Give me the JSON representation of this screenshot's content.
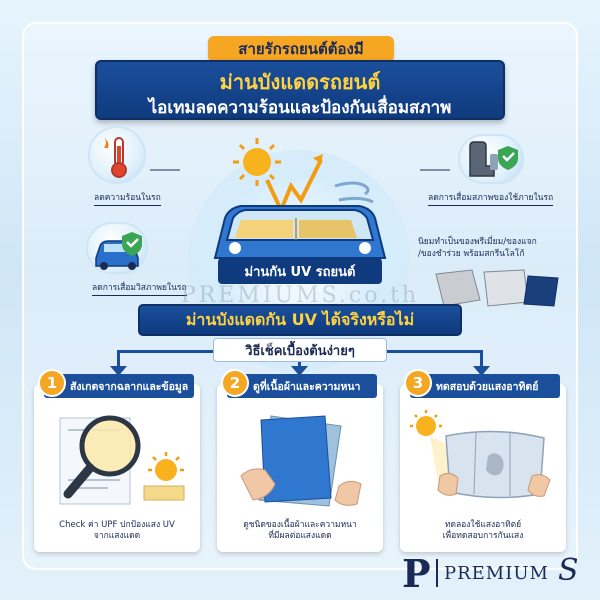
{
  "header": {
    "tag": "สายรักรถยนต์ต้องมี",
    "title": "ม่านบังแดดรถยนต์",
    "subtitle": "ไอเทมลดความร้อนและป้องกันเสื่อมสภาพ"
  },
  "features": {
    "heat": "ลดความร้อนในรถ",
    "vision": "ลดการเสื่อมวิสภาพยในรถ",
    "interior": "ลดการเสื่อมสภาพของใช้ภายในรถ",
    "gift_line1": "นิยมทำเป็นของพรีเมี่ยม/ของแจก",
    "gift_line2": "/ของชำร่วย พร้อมสกรีนโลโก้"
  },
  "car_label": "ม่านกัน UV รถยนต์",
  "watermark": "PREMIUMS.co.th",
  "question": "ม่านบังแดดกัน UV ได้จริงหรือไม่",
  "how_to": "วิธีเช็คเบื้องต้นง่ายๆ",
  "steps": [
    {
      "num": "1",
      "title": "สังเกตจากฉลากและข้อมูล",
      "caption_line1": "Check ค่า UPF ปกป้องแสง UV",
      "caption_line2": "จากแสงแดด"
    },
    {
      "num": "2",
      "title": "ดูที่เนื้อผ้าและความหนา",
      "caption_line1": "ดูชนิดของเนื้อผ้าและความหนา",
      "caption_line2": "ที่มีผลต่อแสงแดด"
    },
    {
      "num": "3",
      "title": "ทดสอบด้วยแสงอาทิตย์",
      "caption_line1": "ทดลองใช้แสงอาทิตย์",
      "caption_line2": "เพื่อทดสอบการกันแสง"
    }
  ],
  "logo": {
    "p": "P",
    "text": "PREMIUM",
    "s": "S"
  },
  "colors": {
    "navy": "#0f3a7d",
    "orange": "#f5a623",
    "yellow": "#ffd23f",
    "green": "#3aa655"
  }
}
